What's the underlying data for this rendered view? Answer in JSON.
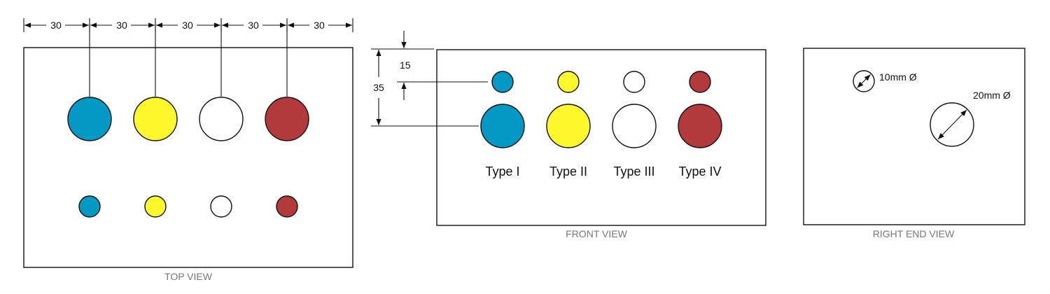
{
  "colors": {
    "type_1": "#0399c4",
    "type_2": "#fcf82b",
    "type_3": "#ffffff",
    "type_4": "#b33a3a",
    "line": "#111111",
    "view_label": "#777777"
  },
  "top_view": {
    "label": "TOP VIEW",
    "spacing_dims": [
      "30",
      "30",
      "30",
      "30",
      "30"
    ]
  },
  "front_view": {
    "label": "FRONT VIEW",
    "dim_small": "15",
    "dim_large": "35",
    "types": [
      "Type I",
      "Type II",
      "Type III",
      "Type IV"
    ]
  },
  "right_end_view": {
    "label": "RIGHT END VIEW",
    "small_dia": "10mm Ø",
    "large_dia": "20mm Ø"
  }
}
